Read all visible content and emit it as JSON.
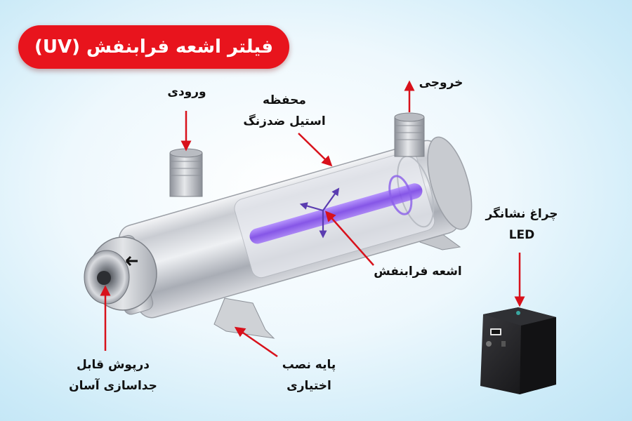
{
  "title": "فیلتر اشعه فرابنفش (UV)",
  "labels": {
    "inlet": "ورودی",
    "outlet": "خروجی",
    "housing_line1": "محفظه",
    "housing_line2": "استیل ضدزنگ",
    "uv_ray": "اشعه فرابنفش",
    "led_line1": "چراغ نشانگر",
    "led_line2": "LED",
    "cap_line1": "درپوش قابل",
    "cap_line2": "جداسازی آسان",
    "stand_line1": "پایه نصب",
    "stand_line2": "اختیاری"
  },
  "colors": {
    "title_bg": "#e8141d",
    "arrow": "#d8111b",
    "uv_lamp": "#8e5cf0",
    "background": "#cdebf8"
  }
}
